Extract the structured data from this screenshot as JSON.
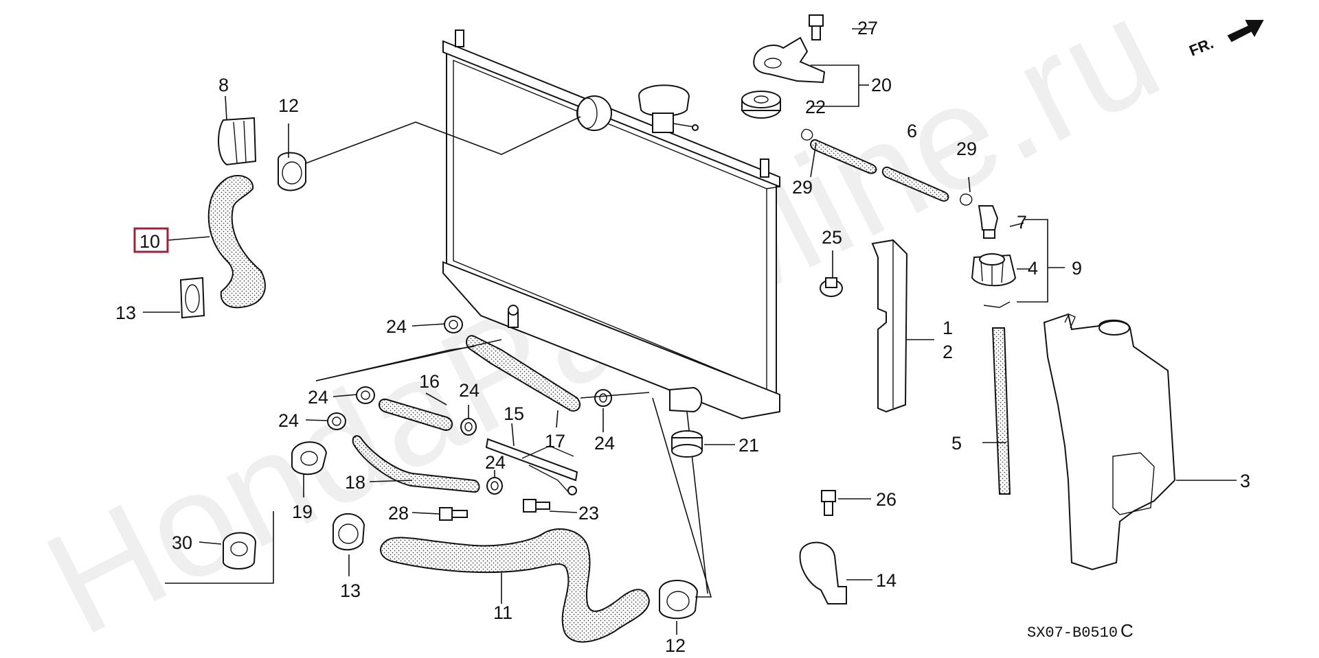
{
  "watermark": "HondaPartMine.ru",
  "direction_label": "FR.",
  "diagram_code": "SX07-B0510",
  "diagram_code_suffix": "C",
  "highlight_color": "#a0203a",
  "callouts": {
    "c1": "1",
    "c2": "2",
    "c3": "3",
    "c4": "4",
    "c5": "5",
    "c6": "6",
    "c7": "7",
    "c8": "8",
    "c9": "9",
    "c10": "10",
    "c11": "11",
    "c12a": "12",
    "c12b": "12",
    "c13a": "13",
    "c13b": "13",
    "c14": "14",
    "c15": "15",
    "c16": "16",
    "c17": "17",
    "c18": "18",
    "c19": "19",
    "c20": "20",
    "c21": "21",
    "c22": "22",
    "c23": "23",
    "c24a": "24",
    "c24b": "24",
    "c24c": "24",
    "c24d": "24",
    "c24e": "24",
    "c24f": "24",
    "c25": "25",
    "c26": "26",
    "c27": "27",
    "c28": "28",
    "c29a": "29",
    "c29b": "29",
    "c30": "30"
  }
}
